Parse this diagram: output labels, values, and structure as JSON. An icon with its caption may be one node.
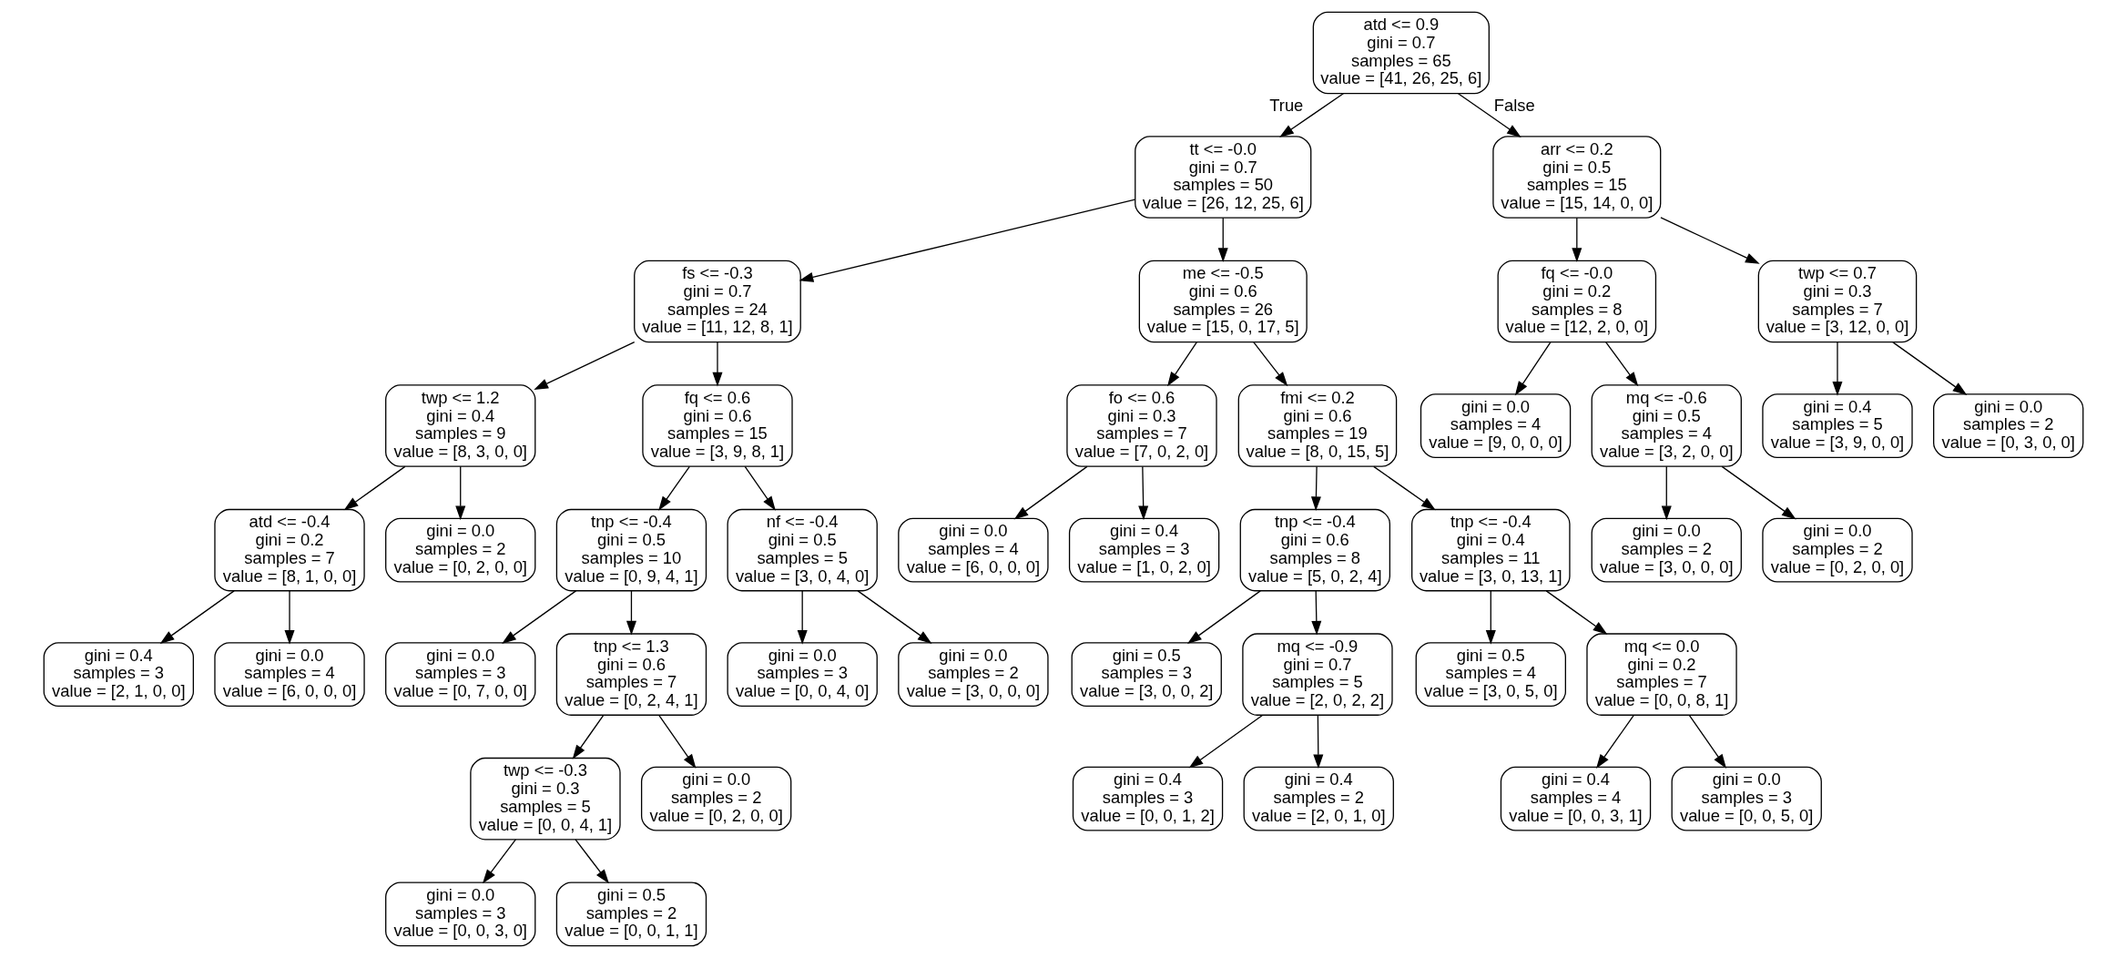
{
  "diagram": {
    "nodes": [
      {
        "text": [
          "atd <= 0.9",
          "gini = 0.7",
          "samples = 65",
          "value = [41, 26, 25, 6]"
        ]
      },
      {
        "text": [
          "tt <= -0.0",
          "gini = 0.7",
          "samples = 50",
          "value = [26, 12, 25, 6]"
        ]
      },
      {
        "text": [
          "arr <= 0.2",
          "gini = 0.5",
          "samples = 15",
          "value = [15, 14, 0, 0]"
        ]
      },
      {
        "text": [
          "fs <= -0.3",
          "gini = 0.7",
          "samples = 24",
          "value = [11, 12, 8, 1]"
        ]
      },
      {
        "text": [
          "me <= -0.5",
          "gini = 0.6",
          "samples = 26",
          "value = [15, 0, 17, 5]"
        ]
      },
      {
        "text": [
          "fq <= -0.0",
          "gini = 0.2",
          "samples = 8",
          "value = [12, 2, 0, 0]"
        ]
      },
      {
        "text": [
          "twp <= 0.7",
          "gini = 0.3",
          "samples = 7",
          "value = [3, 12, 0, 0]"
        ]
      },
      {
        "text": [
          "twp <= 1.2",
          "gini = 0.4",
          "samples = 9",
          "value = [8, 3, 0, 0]"
        ]
      },
      {
        "text": [
          "fq <= 0.6",
          "gini = 0.6",
          "samples = 15",
          "value = [3, 9, 8, 1]"
        ]
      },
      {
        "text": [
          "fo <= 0.6",
          "gini = 0.3",
          "samples = 7",
          "value = [7, 0, 2, 0]"
        ]
      },
      {
        "text": [
          "fmi <= 0.2",
          "gini = 0.6",
          "samples = 19",
          "value = [8, 0, 15, 5]"
        ]
      },
      {
        "text": [
          "gini = 0.0",
          "samples = 4",
          "value = [9, 0, 0, 0]"
        ]
      },
      {
        "text": [
          "mq <= -0.6",
          "gini = 0.5",
          "samples = 4",
          "value = [3, 2, 0, 0]"
        ]
      },
      {
        "text": [
          "gini = 0.4",
          "samples = 5",
          "value = [3, 9, 0, 0]"
        ]
      },
      {
        "text": [
          "gini = 0.0",
          "samples = 2",
          "value = [0, 3, 0, 0]"
        ]
      },
      {
        "text": [
          "atd <= -0.4",
          "gini = 0.2",
          "samples = 7",
          "value = [8, 1, 0, 0]"
        ]
      },
      {
        "text": [
          "gini = 0.0",
          "samples = 2",
          "value = [0, 2, 0, 0]"
        ]
      },
      {
        "text": [
          "tnp <= -0.4",
          "gini = 0.5",
          "samples = 10",
          "value = [0, 9, 4, 1]"
        ]
      },
      {
        "text": [
          "nf <= -0.4",
          "gini = 0.5",
          "samples = 5",
          "value = [3, 0, 4, 0]"
        ]
      },
      {
        "text": [
          "gini = 0.0",
          "samples = 4",
          "value = [6, 0, 0, 0]"
        ]
      },
      {
        "text": [
          "gini = 0.4",
          "samples = 3",
          "value = [1, 0, 2, 0]"
        ]
      },
      {
        "text": [
          "tnp <= -0.4",
          "gini = 0.6",
          "samples = 8",
          "value = [5, 0, 2, 4]"
        ]
      },
      {
        "text": [
          "tnp <= -0.4",
          "gini = 0.4",
          "samples = 11",
          "value = [3, 0, 13, 1]"
        ]
      },
      {
        "text": [
          "gini = 0.0",
          "samples = 2",
          "value = [3, 0, 0, 0]"
        ]
      },
      {
        "text": [
          "gini = 0.0",
          "samples = 2",
          "value = [0, 2, 0, 0]"
        ]
      },
      {
        "text": [
          "gini = 0.4",
          "samples = 3",
          "value = [2, 1, 0, 0]"
        ]
      },
      {
        "text": [
          "gini = 0.0",
          "samples = 4",
          "value = [6, 0, 0, 0]"
        ]
      },
      {
        "text": [
          "gini = 0.0",
          "samples = 3",
          "value = [0, 7, 0, 0]"
        ]
      },
      {
        "text": [
          "tnp <= 1.3",
          "gini = 0.6",
          "samples = 7",
          "value = [0, 2, 4, 1]"
        ]
      },
      {
        "text": [
          "gini = 0.0",
          "samples = 3",
          "value = [0, 0, 4, 0]"
        ]
      },
      {
        "text": [
          "gini = 0.0",
          "samples = 2",
          "value = [3, 0, 0, 0]"
        ]
      },
      {
        "text": [
          "gini = 0.5",
          "samples = 3",
          "value = [3, 0, 0, 2]"
        ]
      },
      {
        "text": [
          "mq <= -0.9",
          "gini = 0.7",
          "samples = 5",
          "value = [2, 0, 2, 2]"
        ]
      },
      {
        "text": [
          "gini = 0.5",
          "samples = 4",
          "value = [3, 0, 5, 0]"
        ]
      },
      {
        "text": [
          "mq <= 0.0",
          "gini = 0.2",
          "samples = 7",
          "value = [0, 0, 8, 1]"
        ]
      },
      {
        "text": [
          "twp <= -0.3",
          "gini = 0.3",
          "samples = 5",
          "value = [0, 0, 4, 1]"
        ]
      },
      {
        "text": [
          "gini = 0.0",
          "samples = 2",
          "value = [0, 2, 0, 0]"
        ]
      },
      {
        "text": [
          "gini = 0.4",
          "samples = 3",
          "value = [0, 0, 1, 2]"
        ]
      },
      {
        "text": [
          "gini = 0.4",
          "samples = 2",
          "value = [2, 0, 1, 0]"
        ]
      },
      {
        "text": [
          "gini = 0.4",
          "samples = 4",
          "value = [0, 0, 3, 1]"
        ]
      },
      {
        "text": [
          "gini = 0.0",
          "samples = 3",
          "value = [0, 0, 5, 0]"
        ]
      },
      {
        "text": [
          "gini = 0.0",
          "samples = 3",
          "value = [0, 0, 3, 0]"
        ]
      },
      {
        "text": [
          "gini = 0.5",
          "samples = 2",
          "value = [0, 0, 1, 1]"
        ]
      }
    ],
    "edges": [
      {
        "from": 0,
        "to": 1,
        "arrow": "to",
        "label": "True"
      },
      {
        "from": 0,
        "to": 2,
        "arrow": "to",
        "label": "False"
      },
      {
        "from": 1,
        "to": 3,
        "arrow": "to"
      },
      {
        "from": 1,
        "to": 4,
        "arrow": "to"
      },
      {
        "from": 2,
        "to": 5,
        "arrow": "to"
      },
      {
        "from": 2,
        "to": 6,
        "arrow": "to"
      },
      {
        "from": 3,
        "to": 7,
        "arrow": "to"
      },
      {
        "from": 3,
        "to": 8,
        "arrow": "to"
      },
      {
        "from": 4,
        "to": 9,
        "arrow": "to"
      },
      {
        "from": 4,
        "to": 10,
        "arrow": "to"
      },
      {
        "from": 5,
        "to": 11,
        "arrow": "to"
      },
      {
        "from": 5,
        "to": 12,
        "arrow": "to"
      },
      {
        "from": 6,
        "to": 13,
        "arrow": "to"
      },
      {
        "from": 6,
        "to": 14,
        "arrow": "to"
      },
      {
        "from": 7,
        "to": 15,
        "arrow": "to"
      },
      {
        "from": 7,
        "to": 16,
        "arrow": "to"
      },
      {
        "from": 8,
        "to": 17,
        "arrow": "to"
      },
      {
        "from": 8,
        "to": 18,
        "arrow": "to"
      },
      {
        "from": 9,
        "to": 19,
        "arrow": "to"
      },
      {
        "from": 9,
        "to": 20,
        "arrow": "to"
      },
      {
        "from": 10,
        "to": 21,
        "arrow": "to"
      },
      {
        "from": 10,
        "to": 22,
        "arrow": "to"
      },
      {
        "from": 12,
        "to": 23,
        "arrow": "to"
      },
      {
        "from": 12,
        "to": 24,
        "arrow": "to"
      },
      {
        "from": 15,
        "to": 25,
        "arrow": "to"
      },
      {
        "from": 15,
        "to": 26,
        "arrow": "to"
      },
      {
        "from": 17,
        "to": 27,
        "arrow": "to"
      },
      {
        "from": 17,
        "to": 28,
        "arrow": "to"
      },
      {
        "from": 18,
        "to": 29,
        "arrow": "to"
      },
      {
        "from": 18,
        "to": 30,
        "arrow": "to"
      },
      {
        "from": 21,
        "to": 31,
        "arrow": "to"
      },
      {
        "from": 21,
        "to": 32,
        "arrow": "to"
      },
      {
        "from": 22,
        "to": 33,
        "arrow": "to"
      },
      {
        "from": 22,
        "to": 34,
        "arrow": "to"
      },
      {
        "from": 28,
        "to": 35,
        "arrow": "to"
      },
      {
        "from": 28,
        "to": 36,
        "arrow": "to"
      },
      {
        "from": 32,
        "to": 37,
        "arrow": "to"
      },
      {
        "from": 32,
        "to": 38,
        "arrow": "to"
      },
      {
        "from": 34,
        "to": 39,
        "arrow": "to"
      },
      {
        "from": 34,
        "to": 40,
        "arrow": "to"
      },
      {
        "from": 35,
        "to": 41,
        "arrow": "to"
      },
      {
        "from": 35,
        "to": 42,
        "arrow": "to"
      }
    ]
  }
}
